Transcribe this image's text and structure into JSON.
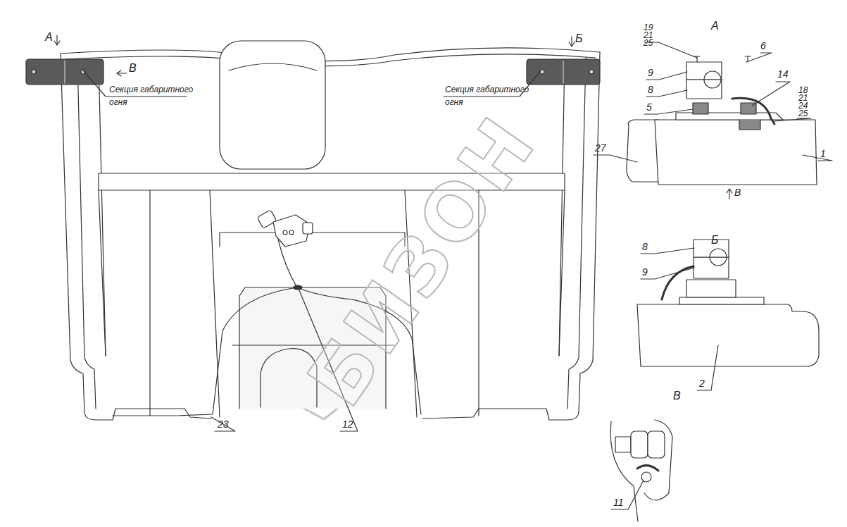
{
  "diagram": {
    "labels": [
      "А",
      "Б",
      "В",
      "Секция габаритного огня",
      "Секция габаритного огня",
      "А",
      "19",
      "21",
      "25",
      "6",
      "9",
      "8",
      "14",
      "18",
      "21",
      "24",
      "25",
      "5",
      "27",
      "1",
      "В",
      "Б",
      "8",
      "9",
      "2",
      "В",
      "11",
      "23",
      "12",
      "БИЗОН"
    ]
  }
}
